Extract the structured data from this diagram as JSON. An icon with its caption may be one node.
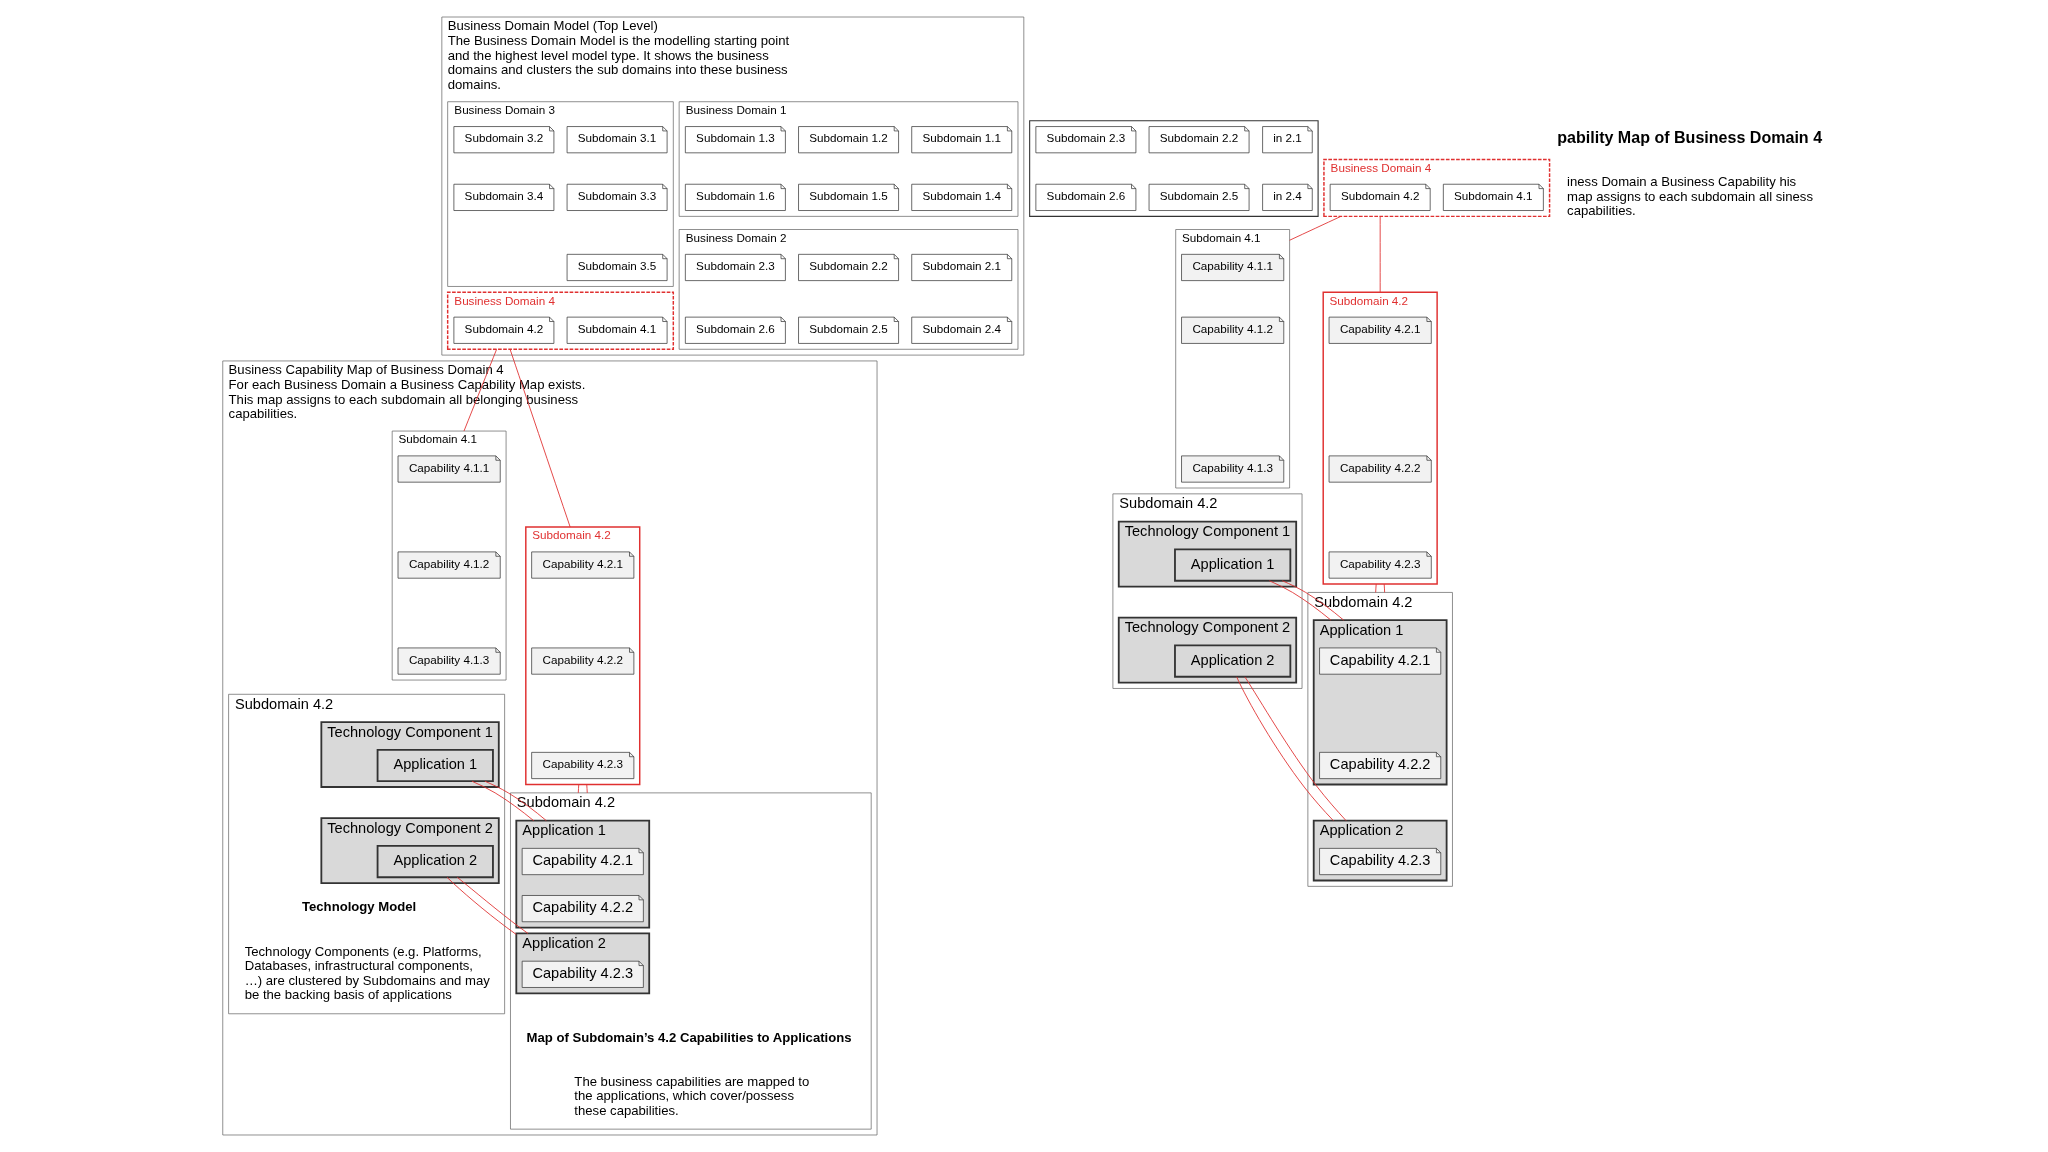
{
  "diagram": {
    "nodes": [
      {
        "text": [
          "Business Domain Model (Top Level)",
          "The Business Domain Model is the modelling starting point and the highest level model type. It shows the business domains and clusters the sub domains into these business domains."
        ]
      },
      {
        "text": [
          "Business Domain 1"
        ],
        "in": 0
      },
      {
        "text": [
          "Subdomain 1.1"
        ],
        "in": 1
      },
      {
        "text": [
          "Subdomain 1.2"
        ],
        "in": 1
      },
      {
        "text": [
          "Subdomain 1.3"
        ],
        "in": 1
      },
      {
        "text": [
          "Subdomain 1.4"
        ],
        "in": 1
      },
      {
        "text": [
          "Subdomain 1.5"
        ],
        "in": 1
      },
      {
        "text": [
          "Subdomain 1.6"
        ],
        "in": 1
      },
      {
        "text": [
          "Business Domain 2"
        ],
        "in": 0
      },
      {
        "text": [
          "Subdomain 2.1"
        ],
        "in": 8
      },
      {
        "text": [
          "Subdomain 2.2"
        ],
        "in": 8
      },
      {
        "text": [
          "Subdomain 2.3"
        ],
        "in": 8
      },
      {
        "text": [
          "Subdomain 2.4"
        ],
        "in": 8
      },
      {
        "text": [
          "Subdomain 2.5"
        ],
        "in": 8
      },
      {
        "text": [
          "Subdomain 2.6"
        ],
        "in": 8
      },
      {
        "text": [
          "Business Domain 3"
        ],
        "in": 0
      },
      {
        "text": [
          "Subdomain 3.1"
        ],
        "in": 15
      },
      {
        "text": [
          "Subdomain 3.2"
        ],
        "in": 15
      },
      {
        "text": [
          "Subdomain 3.3"
        ],
        "in": 15
      },
      {
        "text": [
          "Subdomain 3.4"
        ],
        "in": 15
      },
      {
        "text": [
          "Subdomain 3.5"
        ],
        "in": 15
      },
      {
        "text": [
          "Business Domain 4"
        ],
        "in": 0
      },
      {
        "text": [
          "Subdomain 4.1"
        ],
        "in": 21
      },
      {
        "text": [
          "Subdomain 4.2"
        ],
        "in": 21
      },
      {
        "text": [
          "Business Capability Map of Business Domain 4",
          "For each Business Domain a Business Capability Map exists. This map assigns to each subdomain all belonging business capabilities."
        ]
      },
      {
        "text": [
          "Subdomain 4.1"
        ],
        "in": 24
      },
      {
        "text": [
          "Capability 4.1.1"
        ],
        "in": 25
      },
      {
        "text": [
          "Capability 4.1.2"
        ],
        "in": 25
      },
      {
        "text": [
          "Capability 4.1.3"
        ],
        "in": 25
      },
      {
        "text": [
          "Subdomain 4.2"
        ],
        "in": 24
      },
      {
        "text": [
          "Capability 4.2.1"
        ],
        "in": 29
      },
      {
        "text": [
          "Capability 4.2.2"
        ],
        "in": 29
      },
      {
        "text": [
          "Capability 4.2.3"
        ],
        "in": 29
      },
      {
        "text": [
          "Subdomain 4.2"
        ],
        "in": 24
      },
      {
        "text": [
          "Technology Component 1"
        ],
        "in": 33
      },
      {
        "text": [
          "Application 1"
        ],
        "in": 34
      },
      {
        "text": [
          "Technology Component 2"
        ],
        "in": 33
      },
      {
        "text": [
          "Application 2"
        ],
        "in": 36
      },
      {
        "text": [
          "Subdomain 4.2"
        ],
        "in": 24
      },
      {
        "text": [
          "Application 1"
        ],
        "in": 38
      },
      {
        "text": [
          "Capability 4.2.1"
        ],
        "in": 39
      },
      {
        "text": [
          "Capability 4.2.2"
        ],
        "in": 39
      },
      {
        "text": [
          "Application 2"
        ],
        "in": 38
      },
      {
        "text": [
          "Capability 4.2.3"
        ],
        "in": 42
      },
      {
        "text": [],
        "shape": "box"
      },
      {
        "text": [
          "in 2.1"
        ],
        "in": 44
      },
      {
        "text": [
          "Subdomain 2.2"
        ],
        "in": 44
      },
      {
        "text": [
          "Subdomain 2.3"
        ],
        "in": 44
      },
      {
        "text": [
          "in 2.4"
        ],
        "in": 44
      },
      {
        "text": [
          "Subdomain 2.5"
        ],
        "in": 44
      },
      {
        "text": [
          "Subdomain 2.6"
        ],
        "in": 44
      },
      {
        "text": [
          "Business Domain 4"
        ]
      },
      {
        "text": [
          "Subdomain 4.1"
        ],
        "in": 51
      },
      {
        "text": [
          "Subdomain 4.2"
        ],
        "in": 51
      },
      {
        "text": [
          "Subdomain 4.1"
        ]
      },
      {
        "text": [
          "Capability 4.1.1"
        ],
        "in": 54
      },
      {
        "text": [
          "Capability 4.1.2"
        ],
        "in": 54
      },
      {
        "text": [
          "Capability 4.1.3"
        ],
        "in": 54
      },
      {
        "text": [
          "Subdomain 4.2"
        ]
      },
      {
        "text": [
          "Capability 4.2.1"
        ],
        "in": 58
      },
      {
        "text": [
          "Capability 4.2.2"
        ],
        "in": 58
      },
      {
        "text": [
          "Capability 4.2.3"
        ],
        "in": 58
      },
      {
        "text": [
          "Subdomain 4.2"
        ]
      },
      {
        "text": [
          "Technology Component 1"
        ],
        "in": 62
      },
      {
        "text": [
          "Application 1"
        ],
        "in": 63
      },
      {
        "text": [
          "Technology Component 2"
        ],
        "in": 62
      },
      {
        "text": [
          "Application 2"
        ],
        "in": 65
      },
      {
        "text": [
          "Subdomain 4.2"
        ]
      },
      {
        "text": [
          "Application 1"
        ],
        "in": 67
      },
      {
        "text": [
          "Capability 4.2.1"
        ],
        "in": 68
      },
      {
        "text": [
          "Capability 4.2.2"
        ],
        "in": 68
      },
      {
        "text": [
          "Application 2"
        ],
        "in": 67
      },
      {
        "text": [
          "Capability 4.2.3"
        ],
        "in": 71
      }
    ],
    "edges": [
      {
        "from": 21,
        "to": 25,
        "arrow": "none"
      },
      {
        "from": 21,
        "to": 29,
        "arrow": "none"
      },
      {
        "from": 29,
        "to": 38,
        "arrow": "none"
      },
      {
        "from": 29,
        "to": 38,
        "arrow": "none"
      },
      {
        "from": 35,
        "to": 39,
        "arrow": "none"
      },
      {
        "from": 35,
        "to": 39,
        "arrow": "none"
      },
      {
        "from": 37,
        "to": 42,
        "arrow": "none"
      },
      {
        "from": 37,
        "to": 42,
        "arrow": "none"
      },
      {
        "from": 51,
        "to": 54,
        "arrow": "none"
      },
      {
        "from": 51,
        "to": 58,
        "arrow": "none"
      },
      {
        "from": 58,
        "to": 67,
        "arrow": "none"
      },
      {
        "from": 58,
        "to": 67,
        "arrow": "none"
      },
      {
        "from": 64,
        "to": 68,
        "arrow": "none"
      },
      {
        "from": 64,
        "to": 68,
        "arrow": "none"
      },
      {
        "from": 66,
        "to": 71,
        "arrow": "none"
      },
      {
        "from": 66,
        "to": 71,
        "arrow": "none"
      }
    ],
    "labels": [
      "Technology Model",
      "Technology Components (e.g. Platforms, Databases, infrastructural components, …) are clustered by Subdomains and may be the backing basis of applications",
      "Map of Subdomain’s 4.2 Capabilities to Applications",
      "The business capabilities are mapped to the applications, which cover/possess these capabilities.",
      "pability Map of Business Domain 4",
      "iness Domain a Business Capability his map assigns to each subdomain all siness capabilities."
    ]
  }
}
